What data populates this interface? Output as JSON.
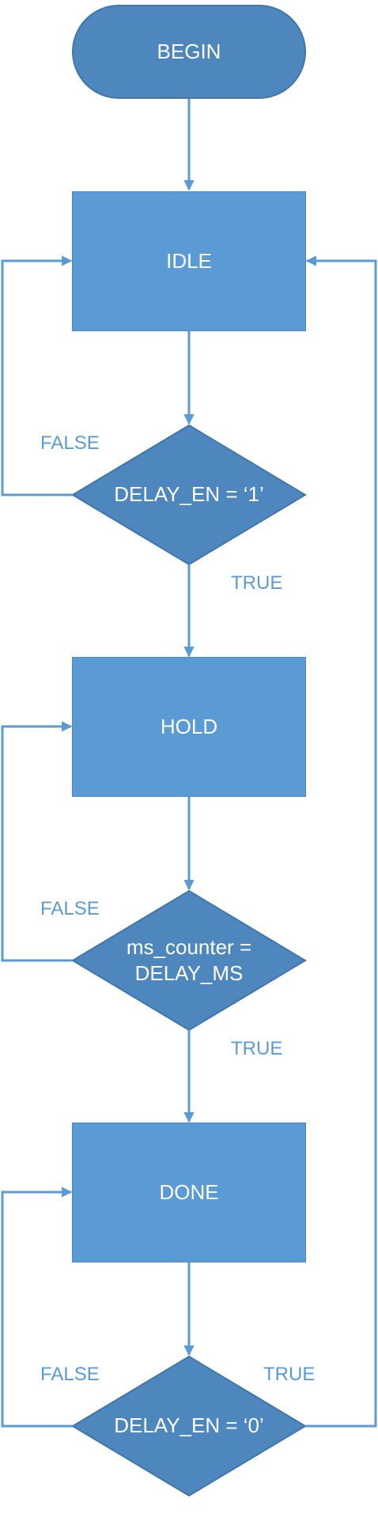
{
  "diagram": {
    "begin": "BEGIN",
    "states": {
      "idle": "IDLE",
      "hold": "HOLD",
      "done": "DONE"
    },
    "decisions": {
      "d1": "DELAY_EN = ‘1’",
      "d2_line1": "ms_counter =",
      "d2_line2": "DELAY_MS",
      "d3": "DELAY_EN = ‘0’"
    },
    "labels": {
      "false1": "FALSE",
      "true1": "TRUE",
      "false2": "FALSE",
      "true2": "TRUE",
      "false3": "FALSE",
      "true3": "TRUE"
    }
  },
  "colors": {
    "process": "#5B9BD5",
    "decision": "#4E87BD",
    "terminal": "#4E87BD",
    "connector": "#5B9BD5",
    "label": "#5B9BD5"
  }
}
